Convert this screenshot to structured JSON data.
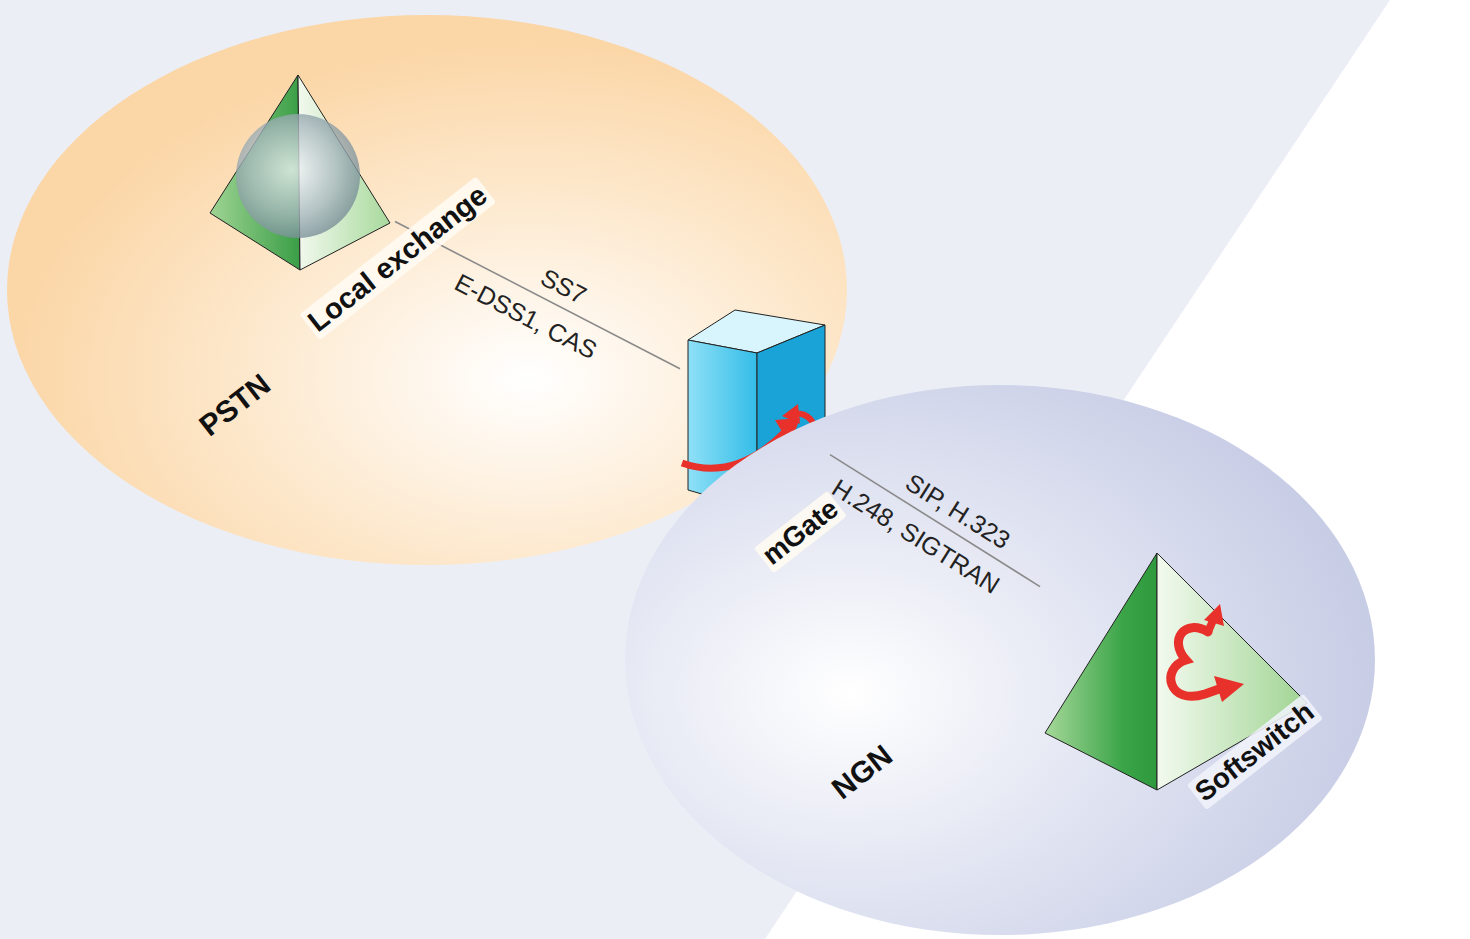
{
  "diagram": {
    "nodes": [
      {
        "text": [
          "PSTN"
        ]
      },
      {
        "text": [
          "Local exchange"
        ],
        "in": 0
      },
      {
        "text": [
          "mGate"
        ]
      },
      {
        "text": [
          "NGN"
        ]
      },
      {
        "text": [
          "Softswitch"
        ],
        "in": 3
      }
    ],
    "edges": [
      {
        "from": 1,
        "to": 2,
        "arrow": "none",
        "label": "SS7"
      },
      {
        "from": 2,
        "to": 4,
        "arrow": "none",
        "label": "SIP, H.323"
      }
    ],
    "labels": [
      "E-DSS1, CAS",
      "H.248, SIGTRAN"
    ]
  }
}
